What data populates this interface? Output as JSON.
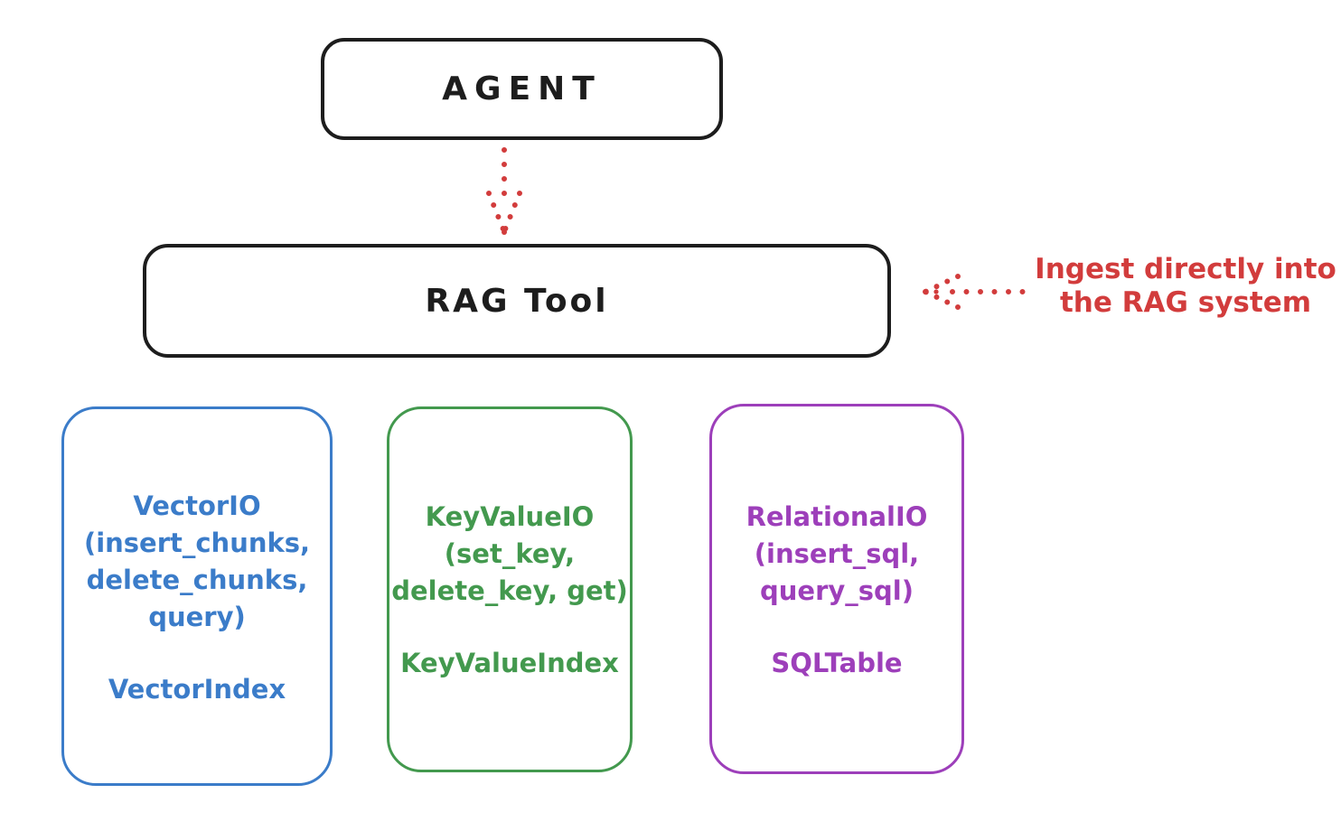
{
  "agent_box": {
    "label": "AGENT"
  },
  "rag_tool_box": {
    "label": "RAG Tool"
  },
  "annotation": {
    "line1": "Ingest directly into",
    "line2": "the RAG system"
  },
  "io_boxes": [
    {
      "id": "vector",
      "color": "#3b7cc9",
      "lines": [
        "VectorIO",
        "(insert_chunks,",
        "delete_chunks,",
        "query)"
      ],
      "index": "VectorIndex"
    },
    {
      "id": "keyvalue",
      "color": "#43994e",
      "lines": [
        "KeyValueIO",
        "(set_key,",
        "delete_key, get)"
      ],
      "index": "KeyValueIndex"
    },
    {
      "id": "relational",
      "color": "#9d3fba",
      "lines": [
        "RelationalIO",
        "(insert_sql,",
        "query_sql)"
      ],
      "index": "SQLTable"
    }
  ],
  "colors": {
    "box_stroke": "#1d1d1d",
    "arrow_red": "#d23c3c",
    "background": "#ffffff"
  }
}
